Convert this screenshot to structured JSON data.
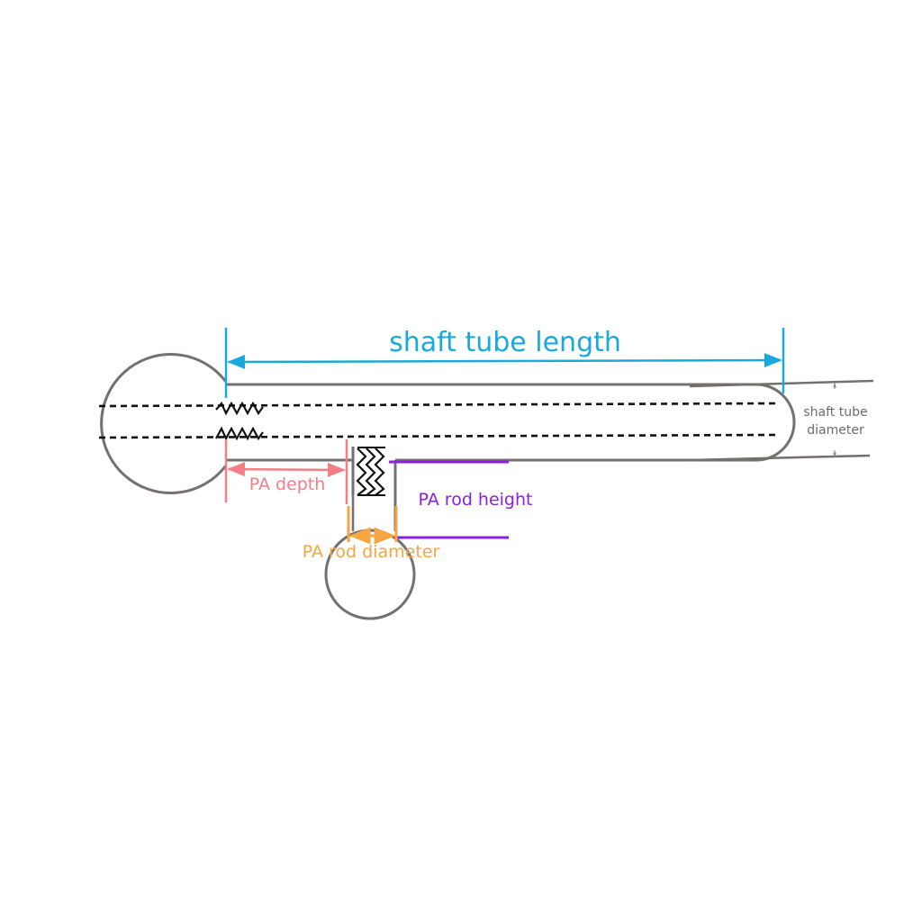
{
  "labels": {
    "shaft_tube_length": "shaft tube length",
    "shaft_tube_diameter_line1": "shaft tube",
    "shaft_tube_diameter_line2": "diameter",
    "pa_depth": "PA depth",
    "pa_rod_height": "PA rod height",
    "pa_rod_diameter": "PA rod diameter"
  },
  "colors": {
    "outline": "#757070",
    "dashed": "#111111",
    "shaft_tube_length": "#1aa9dd",
    "pa_depth": "#f47e86",
    "pa_rod_height": "#8a1fe0",
    "pa_rod_diameter": "#f6a642",
    "small_label": "#6b6b6b"
  }
}
